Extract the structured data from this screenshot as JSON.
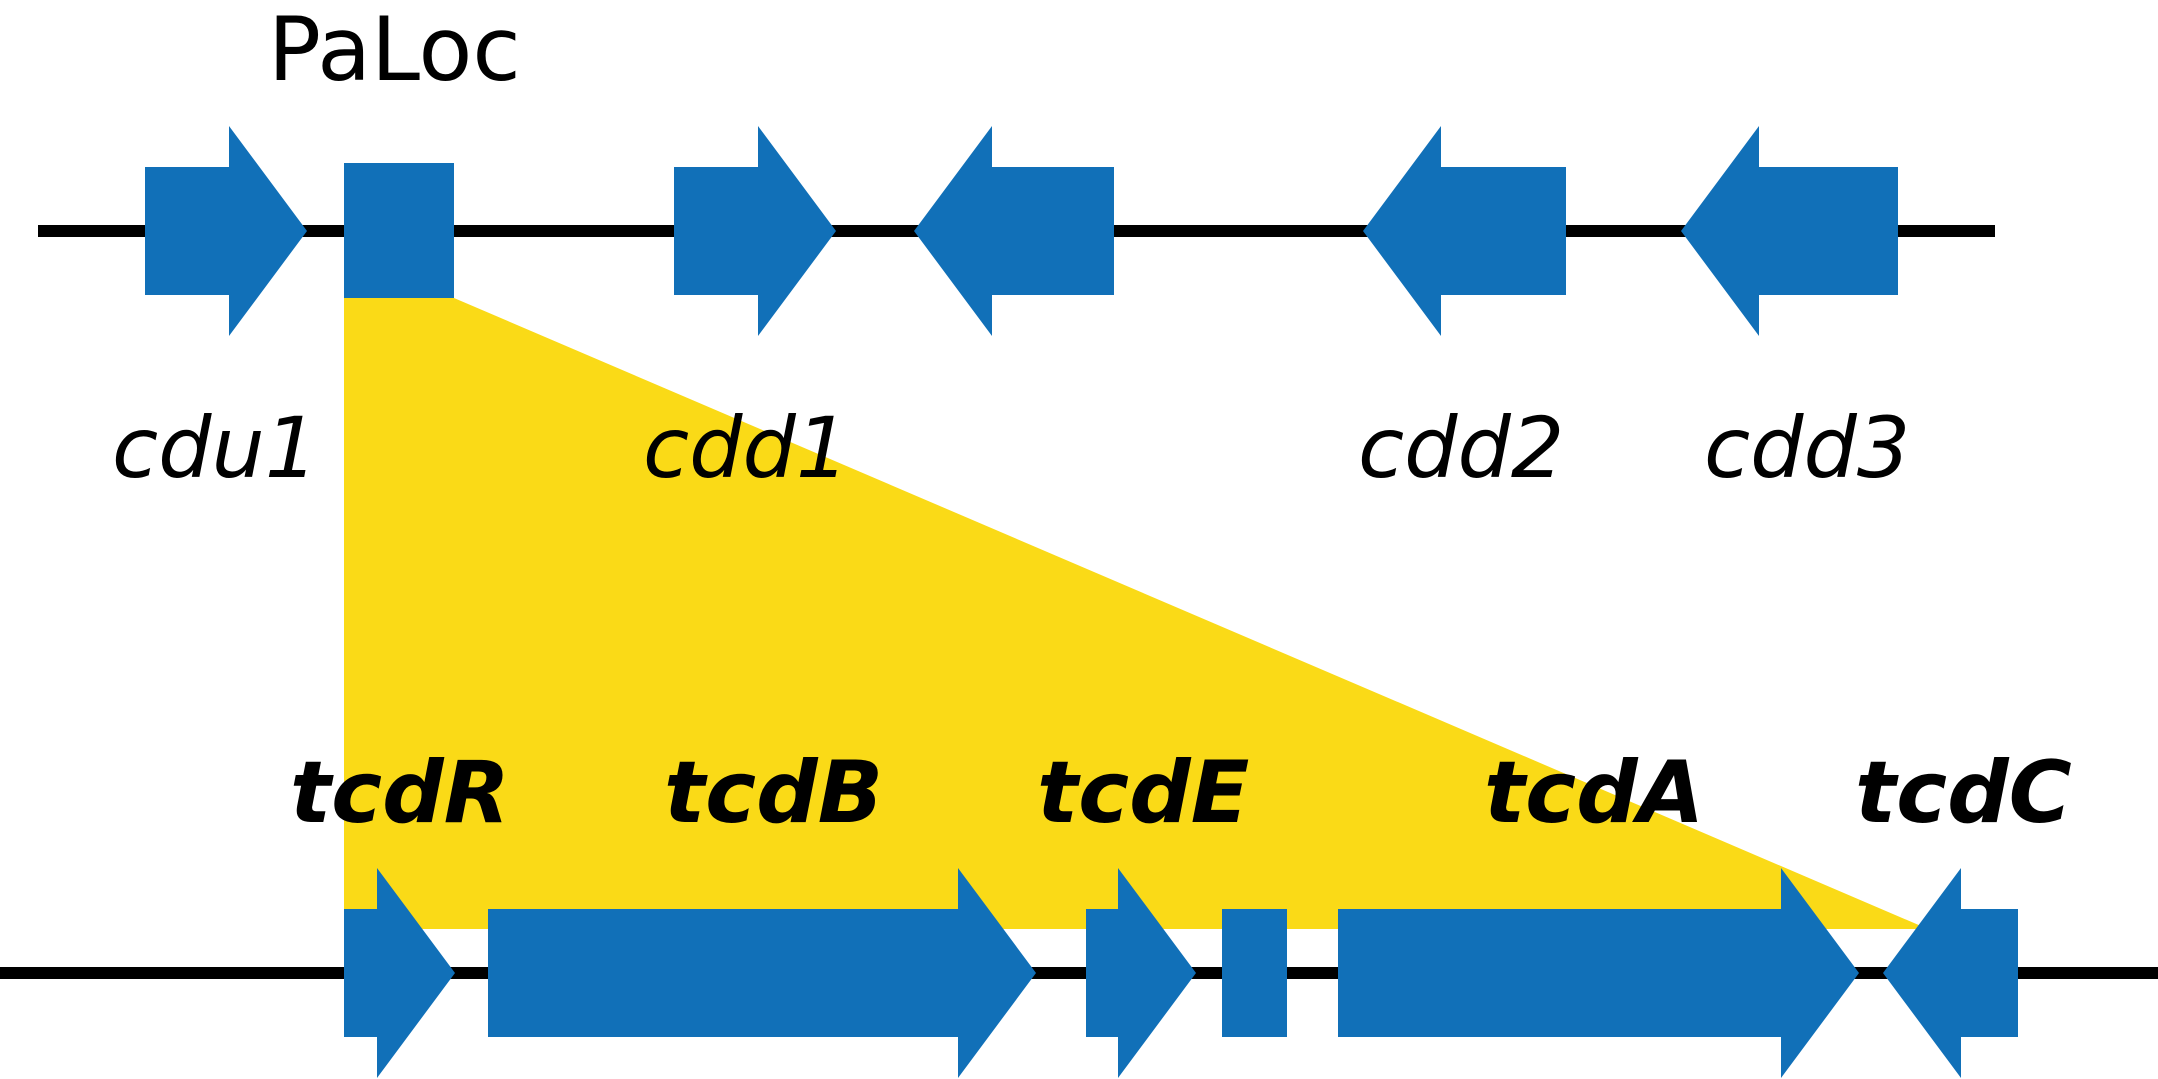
{
  "title": "PaLoc",
  "colors": {
    "gene": "#1170b8",
    "highlight": "#fada17",
    "backbone": "#000000",
    "text": "#000000"
  },
  "top_track": {
    "labels": [
      "cdu1",
      "cdd1",
      "cdd2",
      "cdd3"
    ],
    "genes": [
      {
        "label": "cdu1",
        "strand": "forward"
      },
      {
        "label": "",
        "strand": "none"
      },
      {
        "label": "cdd1",
        "strand": "forward"
      },
      {
        "label": "",
        "strand": "reverse"
      },
      {
        "label": "cdd2",
        "strand": "reverse"
      },
      {
        "label": "cdd3",
        "strand": "reverse"
      }
    ]
  },
  "bottom_track": {
    "labels": [
      "tcdR",
      "tcdB",
      "tcdE",
      "tcdA",
      "tcdC"
    ],
    "genes": [
      {
        "label": "tcdR",
        "strand": "forward"
      },
      {
        "label": "tcdB",
        "strand": "forward"
      },
      {
        "label": "tcdE",
        "strand": "forward"
      },
      {
        "label": "",
        "strand": "none"
      },
      {
        "label": "tcdA",
        "strand": "forward"
      },
      {
        "label": "tcdC",
        "strand": "reverse"
      }
    ]
  }
}
